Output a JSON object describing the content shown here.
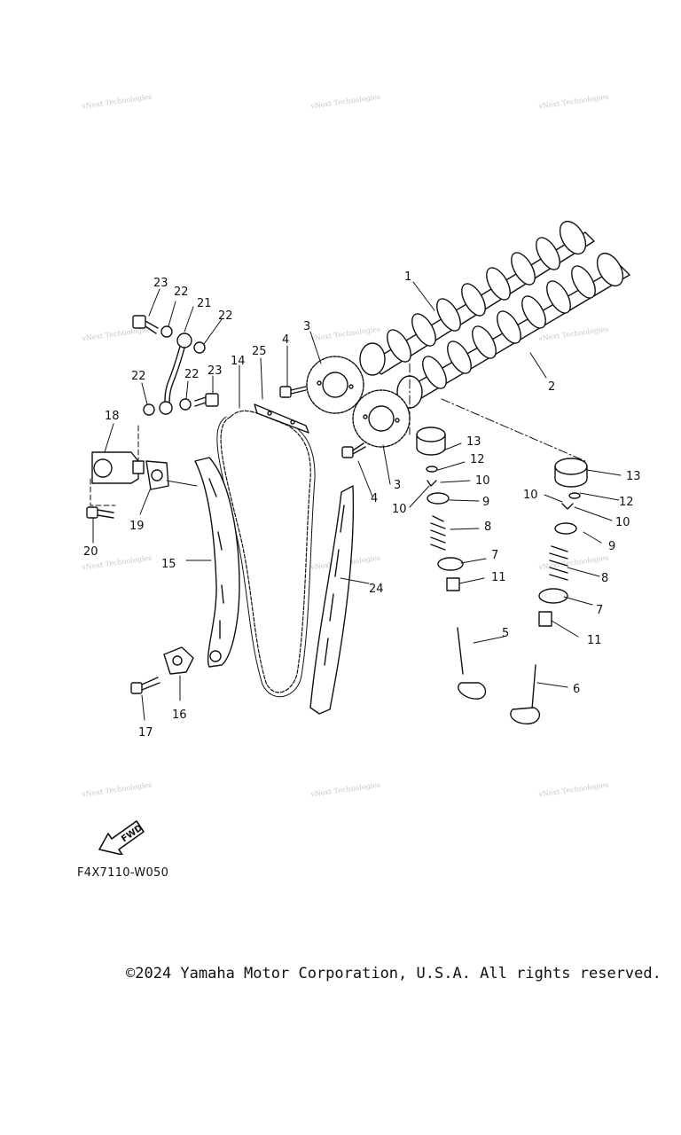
{
  "diagram": {
    "code": "F4X7110-W050",
    "copyright": "©2024 Yamaha Motor Corporation, U.S.A. All rights reserved.",
    "fwd_label": "FWD",
    "watermark": "vNext Technologies",
    "callouts": {
      "c1": "1",
      "c2": "2",
      "c3a": "3",
      "c3b": "3",
      "c4a": "4",
      "c4b": "4",
      "c5": "5",
      "c6": "6",
      "c7a": "7",
      "c7b": "7",
      "c8a": "8",
      "c8b": "8",
      "c9a": "9",
      "c9b": "9",
      "c10a": "10",
      "c10b": "10",
      "c10c": "10",
      "c10d": "10",
      "c11a": "11",
      "c11b": "11",
      "c12a": "12",
      "c12b": "12",
      "c13a": "13",
      "c13b": "13",
      "c14": "14",
      "c15": "15",
      "c16": "16",
      "c17": "17",
      "c18": "18",
      "c19": "19",
      "c20": "20",
      "c21": "21",
      "c22a": "22",
      "c22b": "22",
      "c22c": "22",
      "c22d": "22",
      "c23a": "23",
      "c23b": "23",
      "c24": "24",
      "c25": "25"
    }
  }
}
